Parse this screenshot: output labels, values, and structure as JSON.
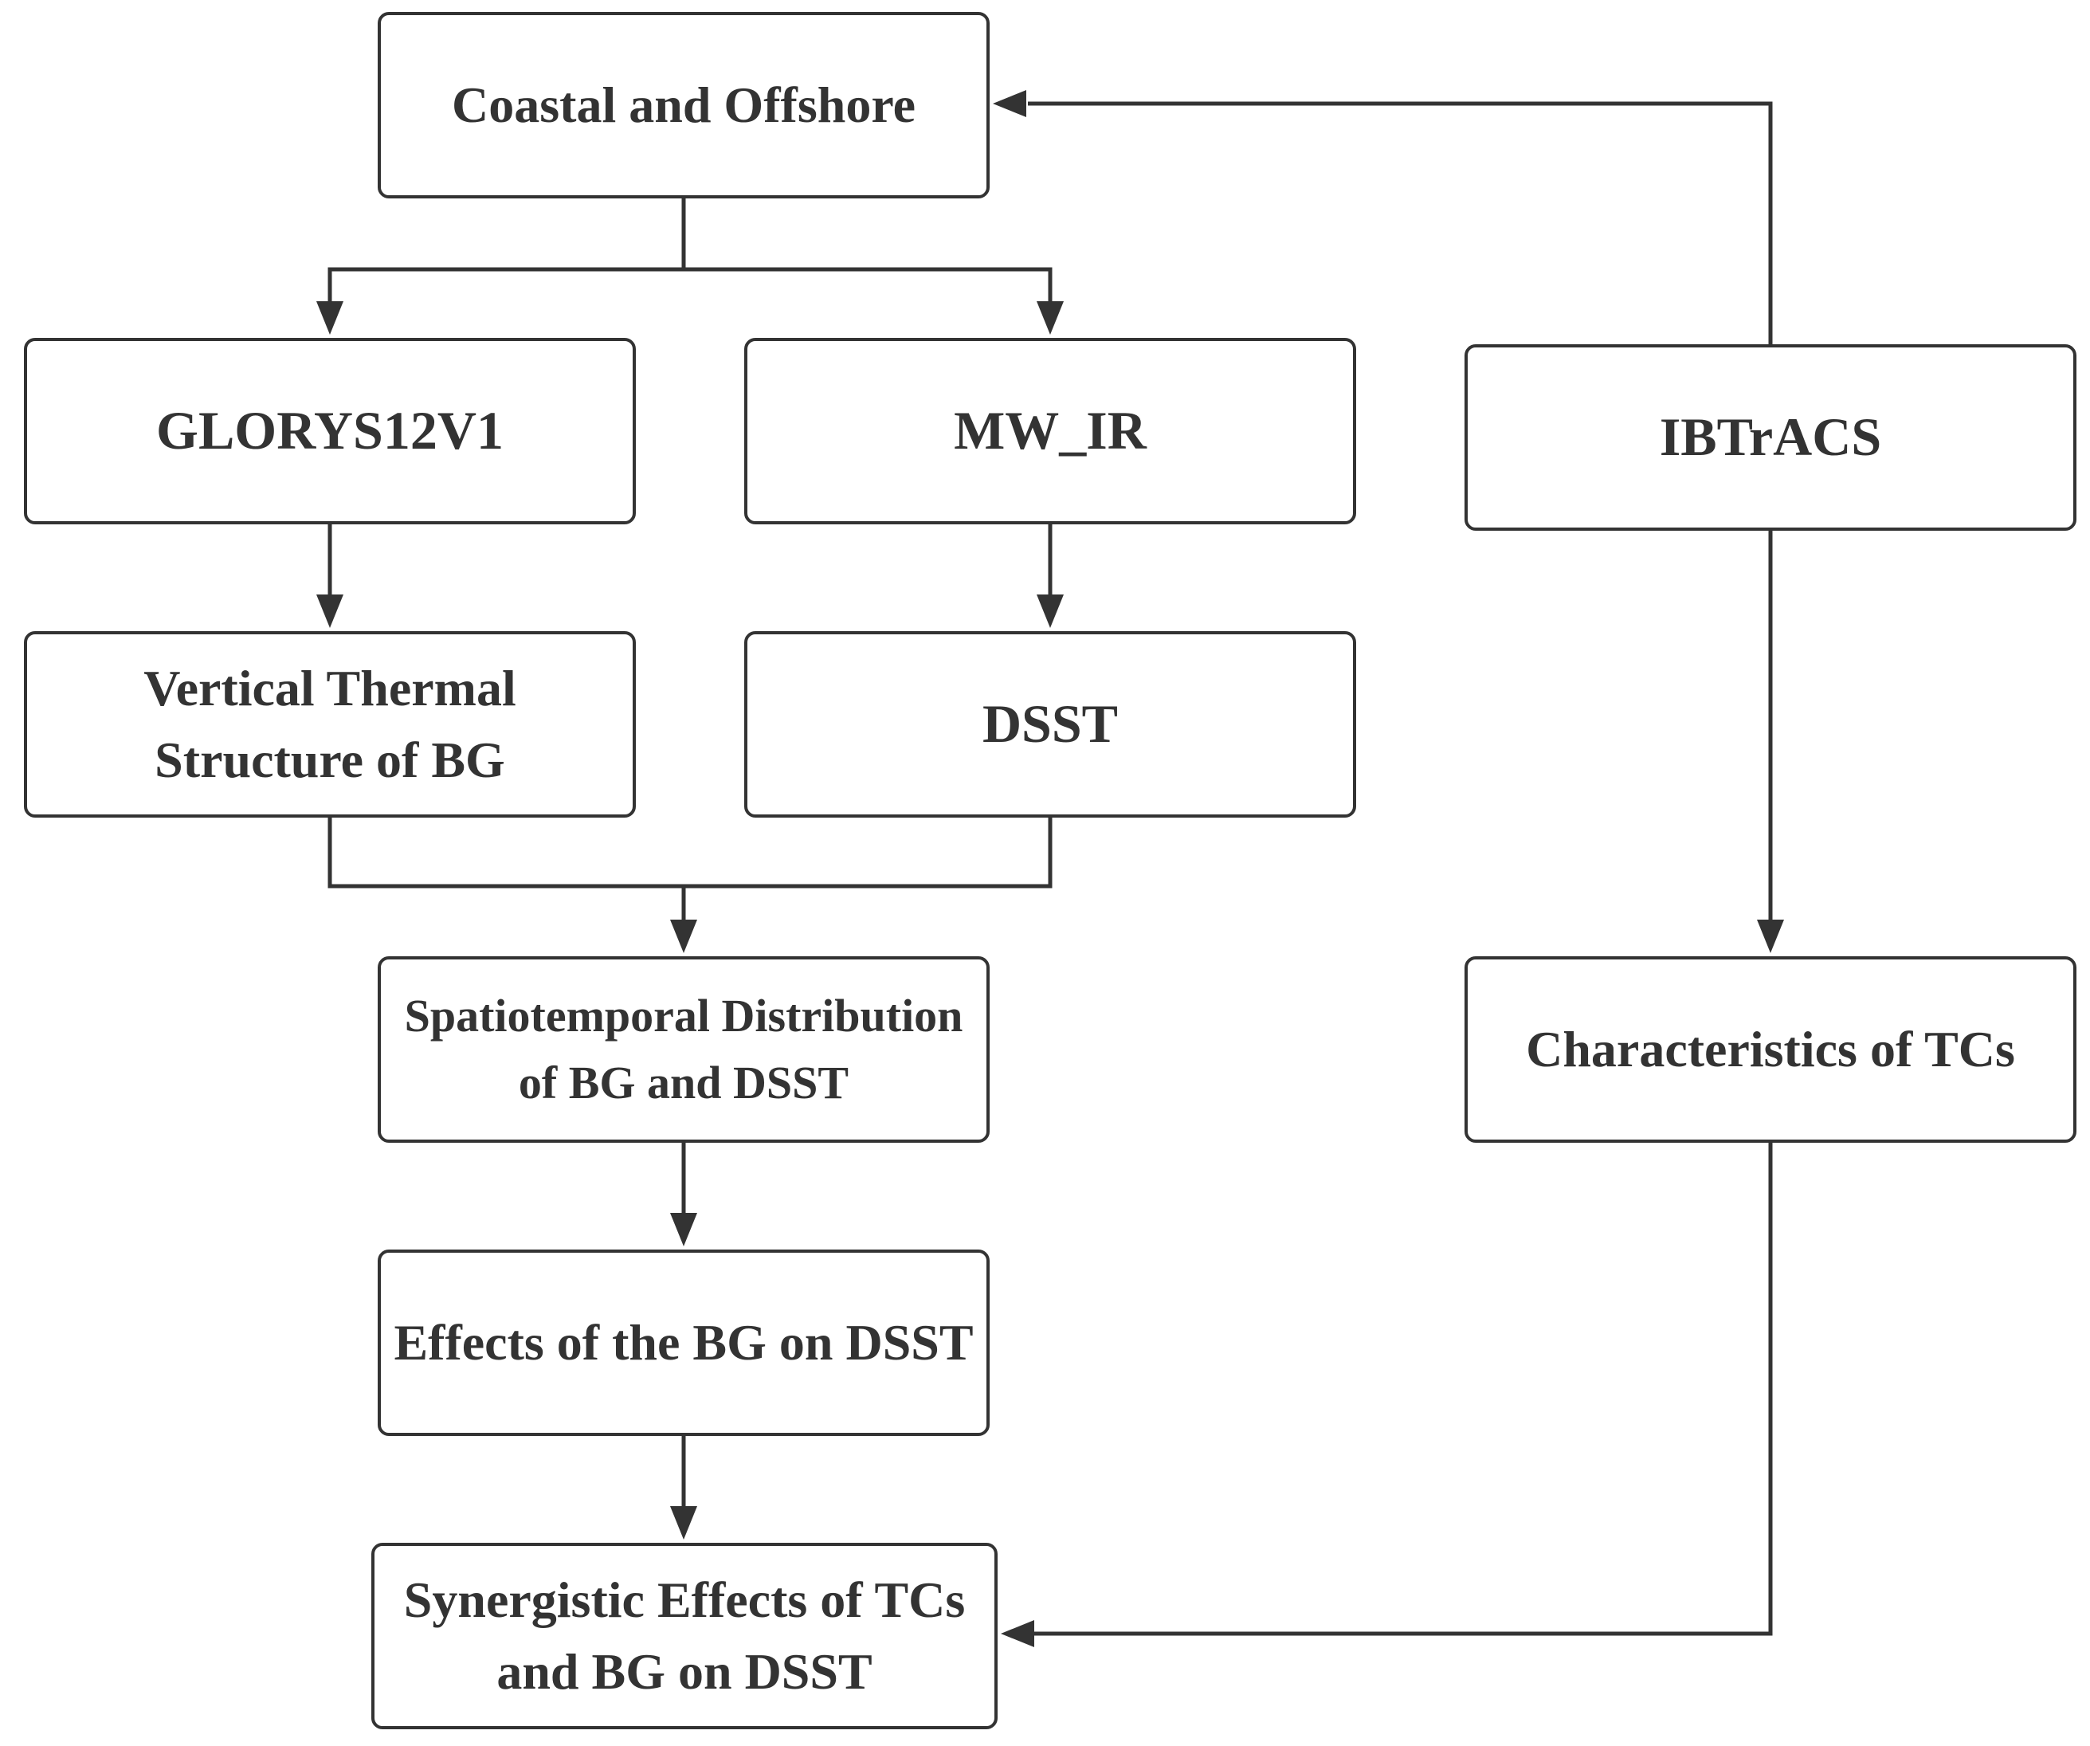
{
  "diagram": {
    "nodes": {
      "coastal": "Coastal and Offshore",
      "glorys": "GLORYS12V1",
      "mwir": "MW_IR",
      "ibtracs": "IBTrACS",
      "vertical": "Vertical Thermal Structure of BG",
      "dsst": "DSST",
      "spatio": "Spatiotemporal Distribution of BG and DSST",
      "characteristics": "Characteristics of TCs",
      "effects": "Effects of the BG on DSST",
      "synergy": "Synergistic Effects of TCs and BG on DSST"
    },
    "edges": [
      {
        "from": "coastal",
        "to": "glorys"
      },
      {
        "from": "coastal",
        "to": "mwir"
      },
      {
        "from": "ibtracs",
        "to": "coastal"
      },
      {
        "from": "glorys",
        "to": "vertical"
      },
      {
        "from": "mwir",
        "to": "dsst"
      },
      {
        "from": "vertical",
        "to": "spatio"
      },
      {
        "from": "dsst",
        "to": "spatio"
      },
      {
        "from": "ibtracs",
        "to": "characteristics"
      },
      {
        "from": "spatio",
        "to": "effects"
      },
      {
        "from": "effects",
        "to": "synergy"
      },
      {
        "from": "characteristics",
        "to": "synergy"
      }
    ],
    "colors": {
      "line": "#333333",
      "text": "#333333",
      "background": "#ffffff"
    }
  }
}
